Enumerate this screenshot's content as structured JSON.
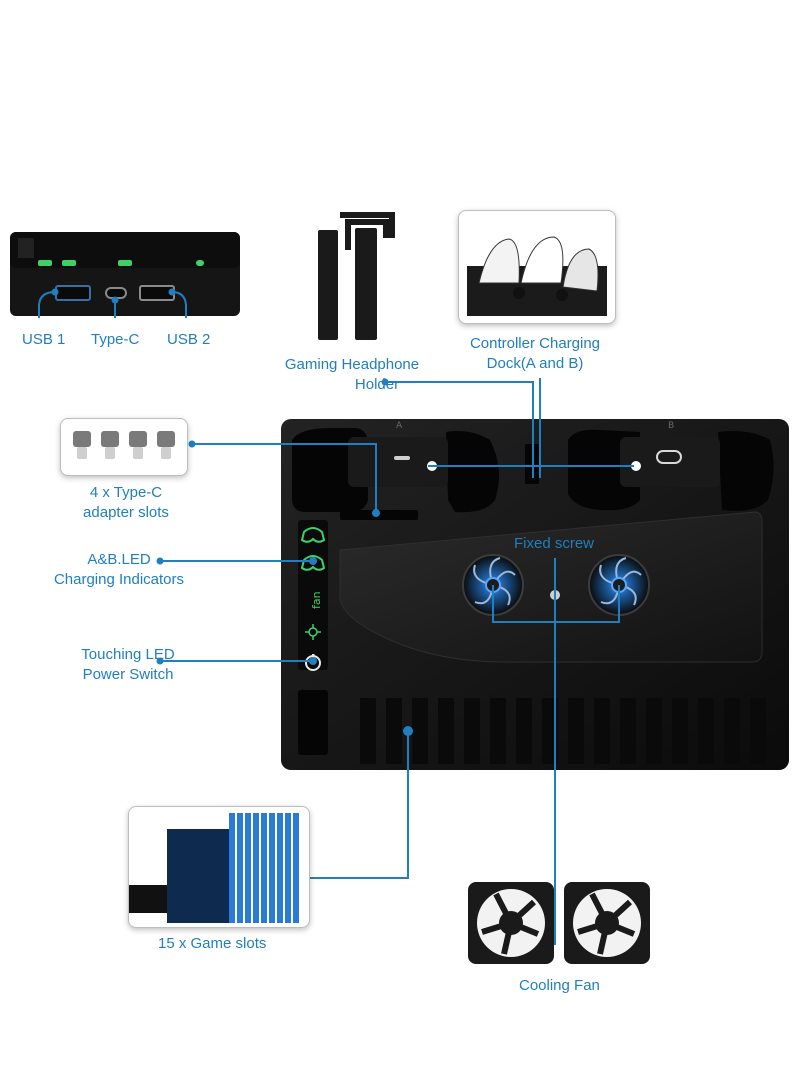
{
  "colors": {
    "accent": "#1f7fc0",
    "device": "#121212",
    "led": "#3fd06a"
  },
  "labels": {
    "usb1": "USB 1",
    "type_c": "Type-C",
    "usb2": "USB 2",
    "headphone_holder": [
      "Gaming Headphone",
      "Holder"
    ],
    "controller_dock": [
      "Controller Charging",
      "Dock(A and B)"
    ],
    "adapter_slots": [
      "4 x Type-C",
      "adapter slots"
    ],
    "led_indicators": [
      "A&B.LED",
      "Charging Indicators"
    ],
    "power_switch": [
      "Touching LED",
      "Power Switch"
    ],
    "fixed_screw": "Fixed screw",
    "game_slots": "15 x Game slots",
    "cooling_fan": "Cooling Fan"
  },
  "markings": {
    "dock_a": "A",
    "dock_b": "B"
  },
  "icons": [
    "controller-icon",
    "fan-icon",
    "power-icon",
    "usb-port-icon",
    "type-c-adapter-icon"
  ]
}
